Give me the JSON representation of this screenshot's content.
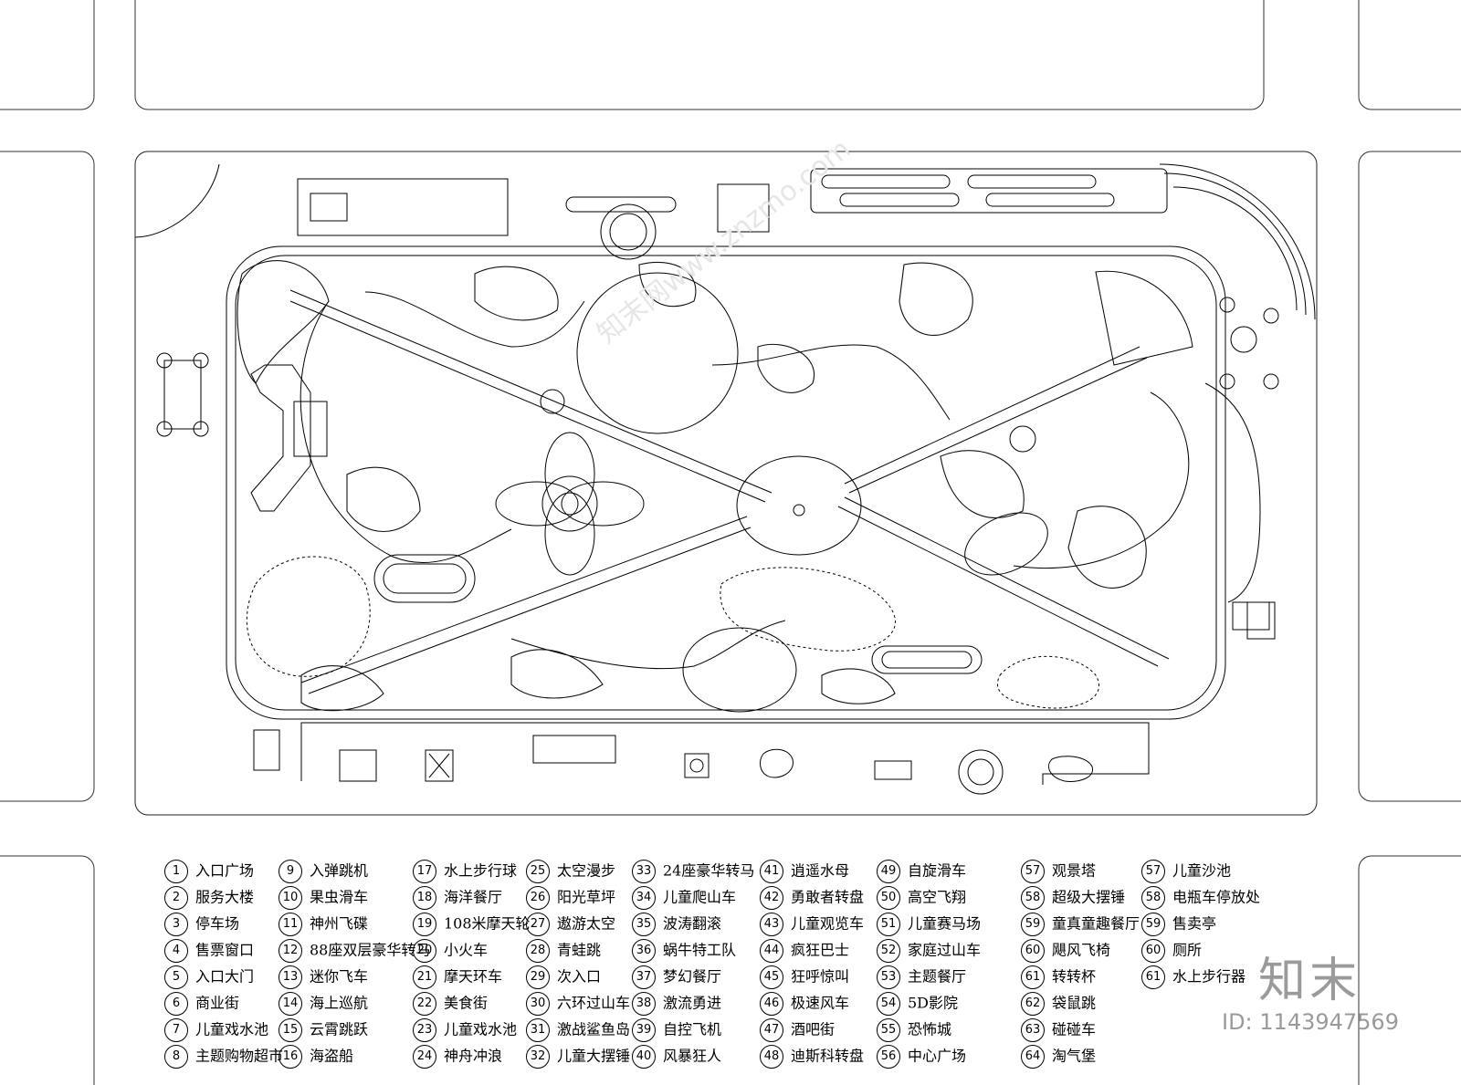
{
  "legend": [
    [
      {
        "n": "1",
        "t": "入口广场"
      },
      {
        "n": "2",
        "t": "服务大楼"
      },
      {
        "n": "3",
        "t": "停车场"
      },
      {
        "n": "4",
        "t": "售票窗口"
      },
      {
        "n": "5",
        "t": "入口大门"
      },
      {
        "n": "6",
        "t": "商业街"
      },
      {
        "n": "7",
        "t": "儿童戏水池"
      },
      {
        "n": "8",
        "t": "主题购物超市"
      }
    ],
    [
      {
        "n": "9",
        "t": "入弹跳机"
      },
      {
        "n": "10",
        "t": "果虫滑车"
      },
      {
        "n": "11",
        "t": "神州飞碟"
      },
      {
        "n": "12",
        "t": "88座双层豪华转马"
      },
      {
        "n": "13",
        "t": "迷你飞车"
      },
      {
        "n": "14",
        "t": "海上巡航"
      },
      {
        "n": "15",
        "t": "云霄跳跃"
      },
      {
        "n": "16",
        "t": "海盗船"
      }
    ],
    [
      {
        "n": "17",
        "t": "水上步行球"
      },
      {
        "n": "18",
        "t": "海洋餐厅"
      },
      {
        "n": "19",
        "t": "108米摩天轮"
      },
      {
        "n": "20",
        "t": "小火车"
      },
      {
        "n": "21",
        "t": "摩天环车"
      },
      {
        "n": "22",
        "t": "美食街"
      },
      {
        "n": "23",
        "t": "儿童戏水池"
      },
      {
        "n": "24",
        "t": "神舟冲浪"
      }
    ],
    [
      {
        "n": "25",
        "t": "太空漫步"
      },
      {
        "n": "26",
        "t": "阳光草坪"
      },
      {
        "n": "27",
        "t": "遨游太空"
      },
      {
        "n": "28",
        "t": "青蛙跳"
      },
      {
        "n": "29",
        "t": "次入口"
      },
      {
        "n": "30",
        "t": "六环过山车"
      },
      {
        "n": "31",
        "t": "激战鲨鱼岛"
      },
      {
        "n": "32",
        "t": "儿童大摆锤"
      }
    ],
    [
      {
        "n": "33",
        "t": "24座豪华转马"
      },
      {
        "n": "34",
        "t": "儿童爬山车"
      },
      {
        "n": "35",
        "t": "波涛翻滚"
      },
      {
        "n": "36",
        "t": "蜗牛特工队"
      },
      {
        "n": "37",
        "t": "梦幻餐厅"
      },
      {
        "n": "38",
        "t": "激流勇进"
      },
      {
        "n": "39",
        "t": "自控飞机"
      },
      {
        "n": "40",
        "t": "风暴狂人"
      }
    ],
    [
      {
        "n": "41",
        "t": "逍遥水母"
      },
      {
        "n": "42",
        "t": "勇敢者转盘"
      },
      {
        "n": "43",
        "t": "儿童观览车"
      },
      {
        "n": "44",
        "t": "疯狂巴士"
      },
      {
        "n": "45",
        "t": "狂呼惊叫"
      },
      {
        "n": "46",
        "t": "极速风车"
      },
      {
        "n": "47",
        "t": "酒吧街"
      },
      {
        "n": "48",
        "t": "迪斯科转盘"
      }
    ],
    [
      {
        "n": "49",
        "t": "自旋滑车"
      },
      {
        "n": "50",
        "t": "高空飞翔"
      },
      {
        "n": "51",
        "t": "儿童赛马场"
      },
      {
        "n": "52",
        "t": "家庭过山车"
      },
      {
        "n": "53",
        "t": "主题餐厅"
      },
      {
        "n": "54",
        "t": "5D影院"
      },
      {
        "n": "55",
        "t": "恐怖城"
      },
      {
        "n": "56",
        "t": "中心广场"
      }
    ],
    [
      {
        "n": "57",
        "t": "观景塔"
      },
      {
        "n": "58",
        "t": "超级大摆锤"
      },
      {
        "n": "59",
        "t": "童真童趣餐厅"
      },
      {
        "n": "60",
        "t": "飓风飞椅"
      },
      {
        "n": "61",
        "t": "转转杯"
      },
      {
        "n": "62",
        "t": "袋鼠跳"
      },
      {
        "n": "63",
        "t": "碰碰车"
      },
      {
        "n": "64",
        "t": "淘气堡"
      }
    ],
    [
      {
        "n": "57",
        "t": "儿童沙池"
      },
      {
        "n": "58",
        "t": "电瓶车停放处"
      },
      {
        "n": "59",
        "t": "售卖亭"
      },
      {
        "n": "60",
        "t": "厕所"
      },
      {
        "n": "61",
        "t": "水上步行器"
      }
    ]
  ],
  "brand": "知末",
  "image_id_text": "ID: 1143947569",
  "watermark": "知末网www.znzmo.com"
}
